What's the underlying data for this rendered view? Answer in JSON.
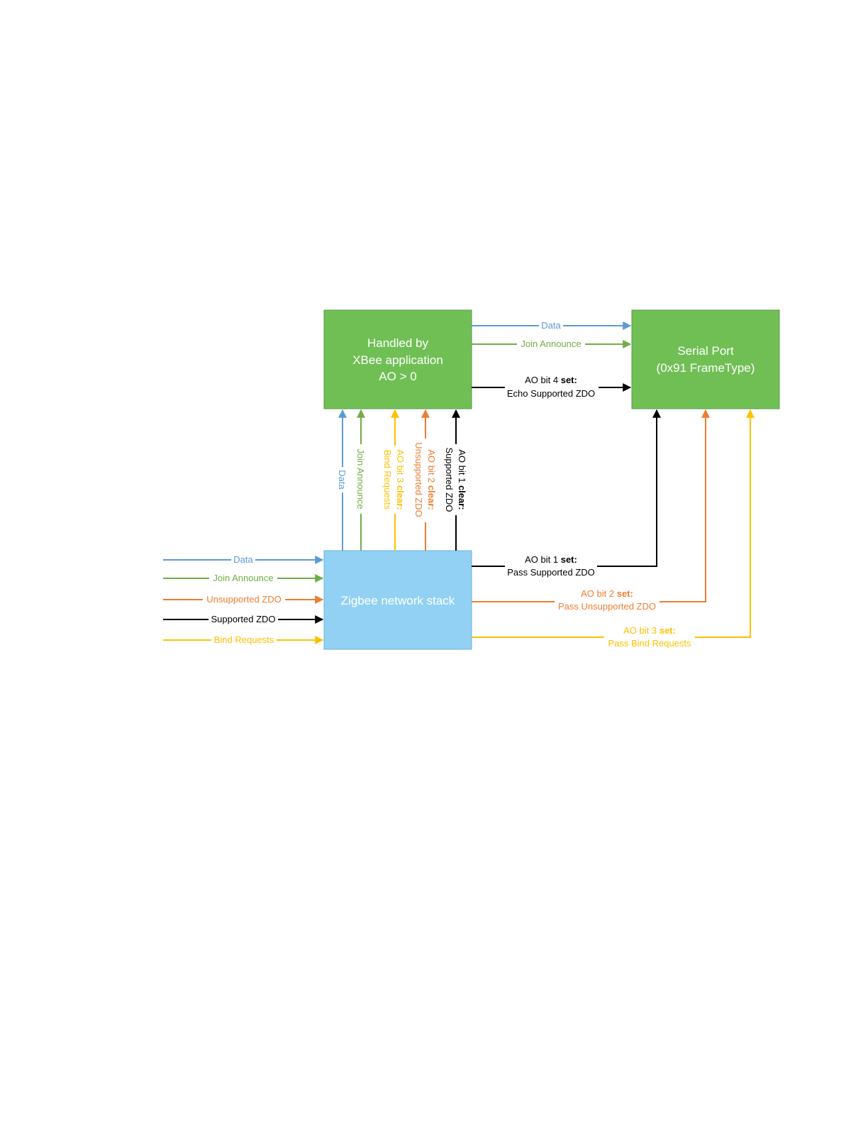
{
  "colors": {
    "data": "#5B9BD5",
    "join": "#70AD47",
    "unsupported": "#ED7D31",
    "supported": "#000000",
    "bind": "#FFC000",
    "green_box": "#70BF55",
    "blue_box": "#92D1F3"
  },
  "boxes": {
    "xbee": {
      "line1": "Handled by",
      "line2": "XBee application",
      "line3": "AO > 0"
    },
    "serial": {
      "line1": "Serial Port",
      "line2": "(0x91 FrameType)"
    },
    "stack": {
      "line1": "Zigbee network stack"
    }
  },
  "inputs": {
    "data": "Data",
    "join": "Join Announce",
    "unsupported": "Unsupported ZDO",
    "supported": "Supported ZDO",
    "bind": "Bind Requests"
  },
  "top_links": {
    "data": "Data",
    "join": "Join Announce",
    "echo_a": "AO bit 4 ",
    "echo_b": "set:",
    "echo_c": "Echo Supported ZDO"
  },
  "vertical_links": {
    "data": "Data",
    "join": "Join Announce",
    "bind_a": "AO bit 3 ",
    "bind_b": "clear:",
    "bind_c": "Bind Requests",
    "unsup_a": "AO bit 2 ",
    "unsup_b": "clear:",
    "unsup_c": "Unsupported ZDO",
    "sup_a": "AO bit 1 ",
    "sup_b": "clear:",
    "sup_c": "Supported ZDO"
  },
  "pass_links": {
    "sup_a": "AO bit 1 ",
    "sup_b": "set:",
    "sup_c": "Pass Supported ZDO",
    "unsup_a": "AO bit 2 ",
    "unsup_b": "set:",
    "unsup_c": "Pass Unsupported ZDO",
    "bind_a": "AO bit 3 ",
    "bind_b": "set:",
    "bind_c": "Pass Bind Requests"
  }
}
